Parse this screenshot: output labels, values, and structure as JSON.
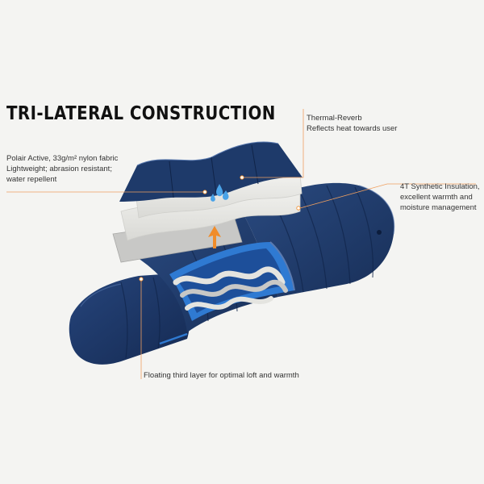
{
  "title": "TRI-LATERAL  CONSTRUCTION",
  "callouts": {
    "fabric": {
      "lines": [
        "Polair Active, 33g/m² nylon fabric",
        "Lightweight; abrasion resistant;",
        "water repellent"
      ]
    },
    "thermal": {
      "lines": [
        "Thermal-Reverb",
        "Reflects heat towards user"
      ]
    },
    "insulation": {
      "lines": [
        "4T Synthetic Insulation,",
        "excellent warmth and",
        "moisture management"
      ]
    },
    "floating": {
      "lines": [
        "Floating third layer for optimal loft and warmth"
      ]
    }
  },
  "colors": {
    "background": "#f4f4f2",
    "shell_navy": "#1e3a6a",
    "inner_blue": "#2f7ad2",
    "insulation_white": "#e9e9e6",
    "reflective_silver": "#c8c8c6",
    "accent_orange": "#f08c2a",
    "leader_line": "#f0a060"
  },
  "icons": [
    "water-droplets-icon",
    "heat-arrow-icon"
  ]
}
